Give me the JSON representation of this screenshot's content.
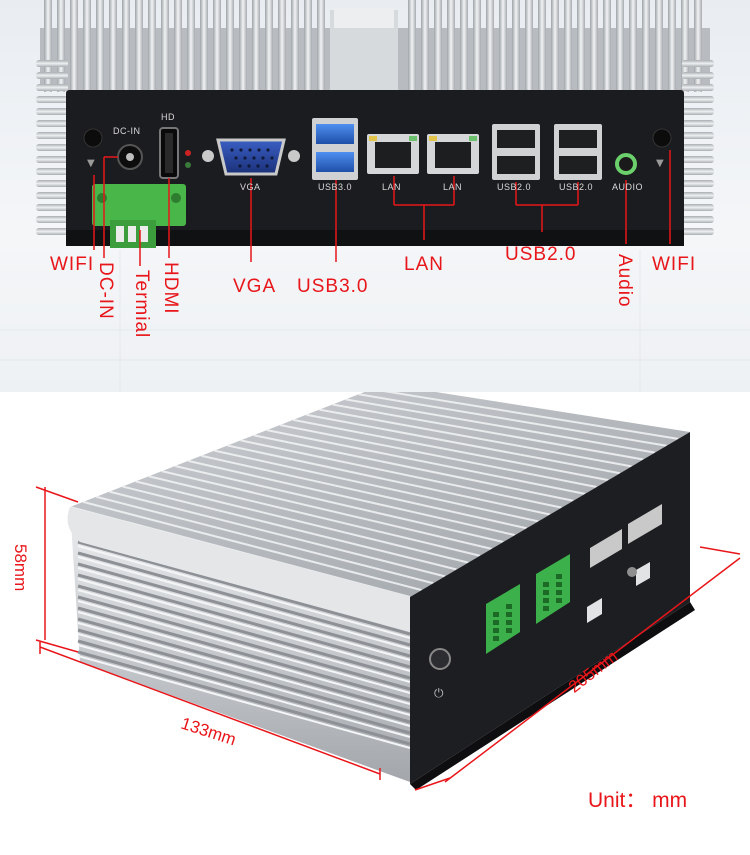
{
  "front_panel": {
    "port_labels": {
      "dc_in": "DC-IN",
      "hd": "HD",
      "vga": "VGA",
      "usb30": "USB3.0",
      "lan1": "LAN",
      "lan2": "LAN",
      "usb20_1": "USB2.0",
      "usb20_2": "USB2.0",
      "audio": "AUDIO"
    },
    "callouts": {
      "wifi_left": "WIFI",
      "dc_in": "DC-IN",
      "termial": "Termial",
      "hdmi": "HDMI",
      "vga": "VGA",
      "usb30": "USB3.0",
      "lan": "LAN",
      "usb20": "USB2.0",
      "audio": "Audio",
      "wifi_right": "WIFI"
    }
  },
  "dimensions": {
    "height": "58mm",
    "width": "133mm",
    "depth": "205mm",
    "unit": "Unit： mm"
  },
  "colors": {
    "annotation": "#e8161a",
    "panel": "#1b1c1f",
    "heatsink": "#c9ccd0",
    "terminal": "#49b649",
    "usb3": "#2f6fd1"
  }
}
